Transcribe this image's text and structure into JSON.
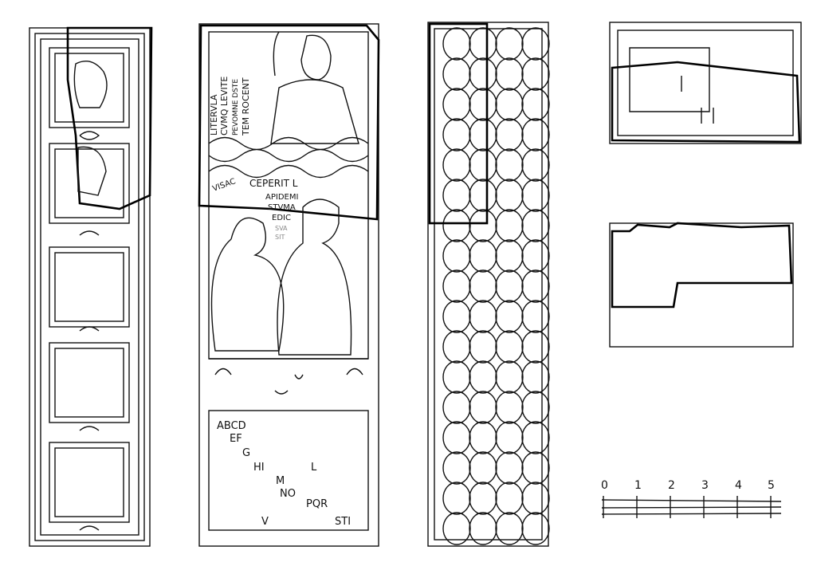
{
  "panel_figure": {
    "inscription_upper": [
      "LITERVLA",
      "CVMQ LEVITE",
      "PEVOMNE DSTE",
      "TEM ROCENT"
    ],
    "inscription_lower": [
      "VISAC",
      "CEPERIT L",
      "APIDEMI",
      "STVMA",
      "EDIC",
      "SVA",
      "SIT"
    ]
  },
  "alphabet_panel": {
    "lines": [
      "ABCD",
      "EF",
      "G",
      "HI",
      "L",
      "M",
      "NO",
      "PQR",
      "V",
      "STI"
    ]
  },
  "scale_bar": {
    "ticks": [
      "0",
      "1",
      "2",
      "3",
      "4",
      "5"
    ]
  },
  "colors": {
    "ink": "#111111",
    "paper": "#ffffff"
  }
}
